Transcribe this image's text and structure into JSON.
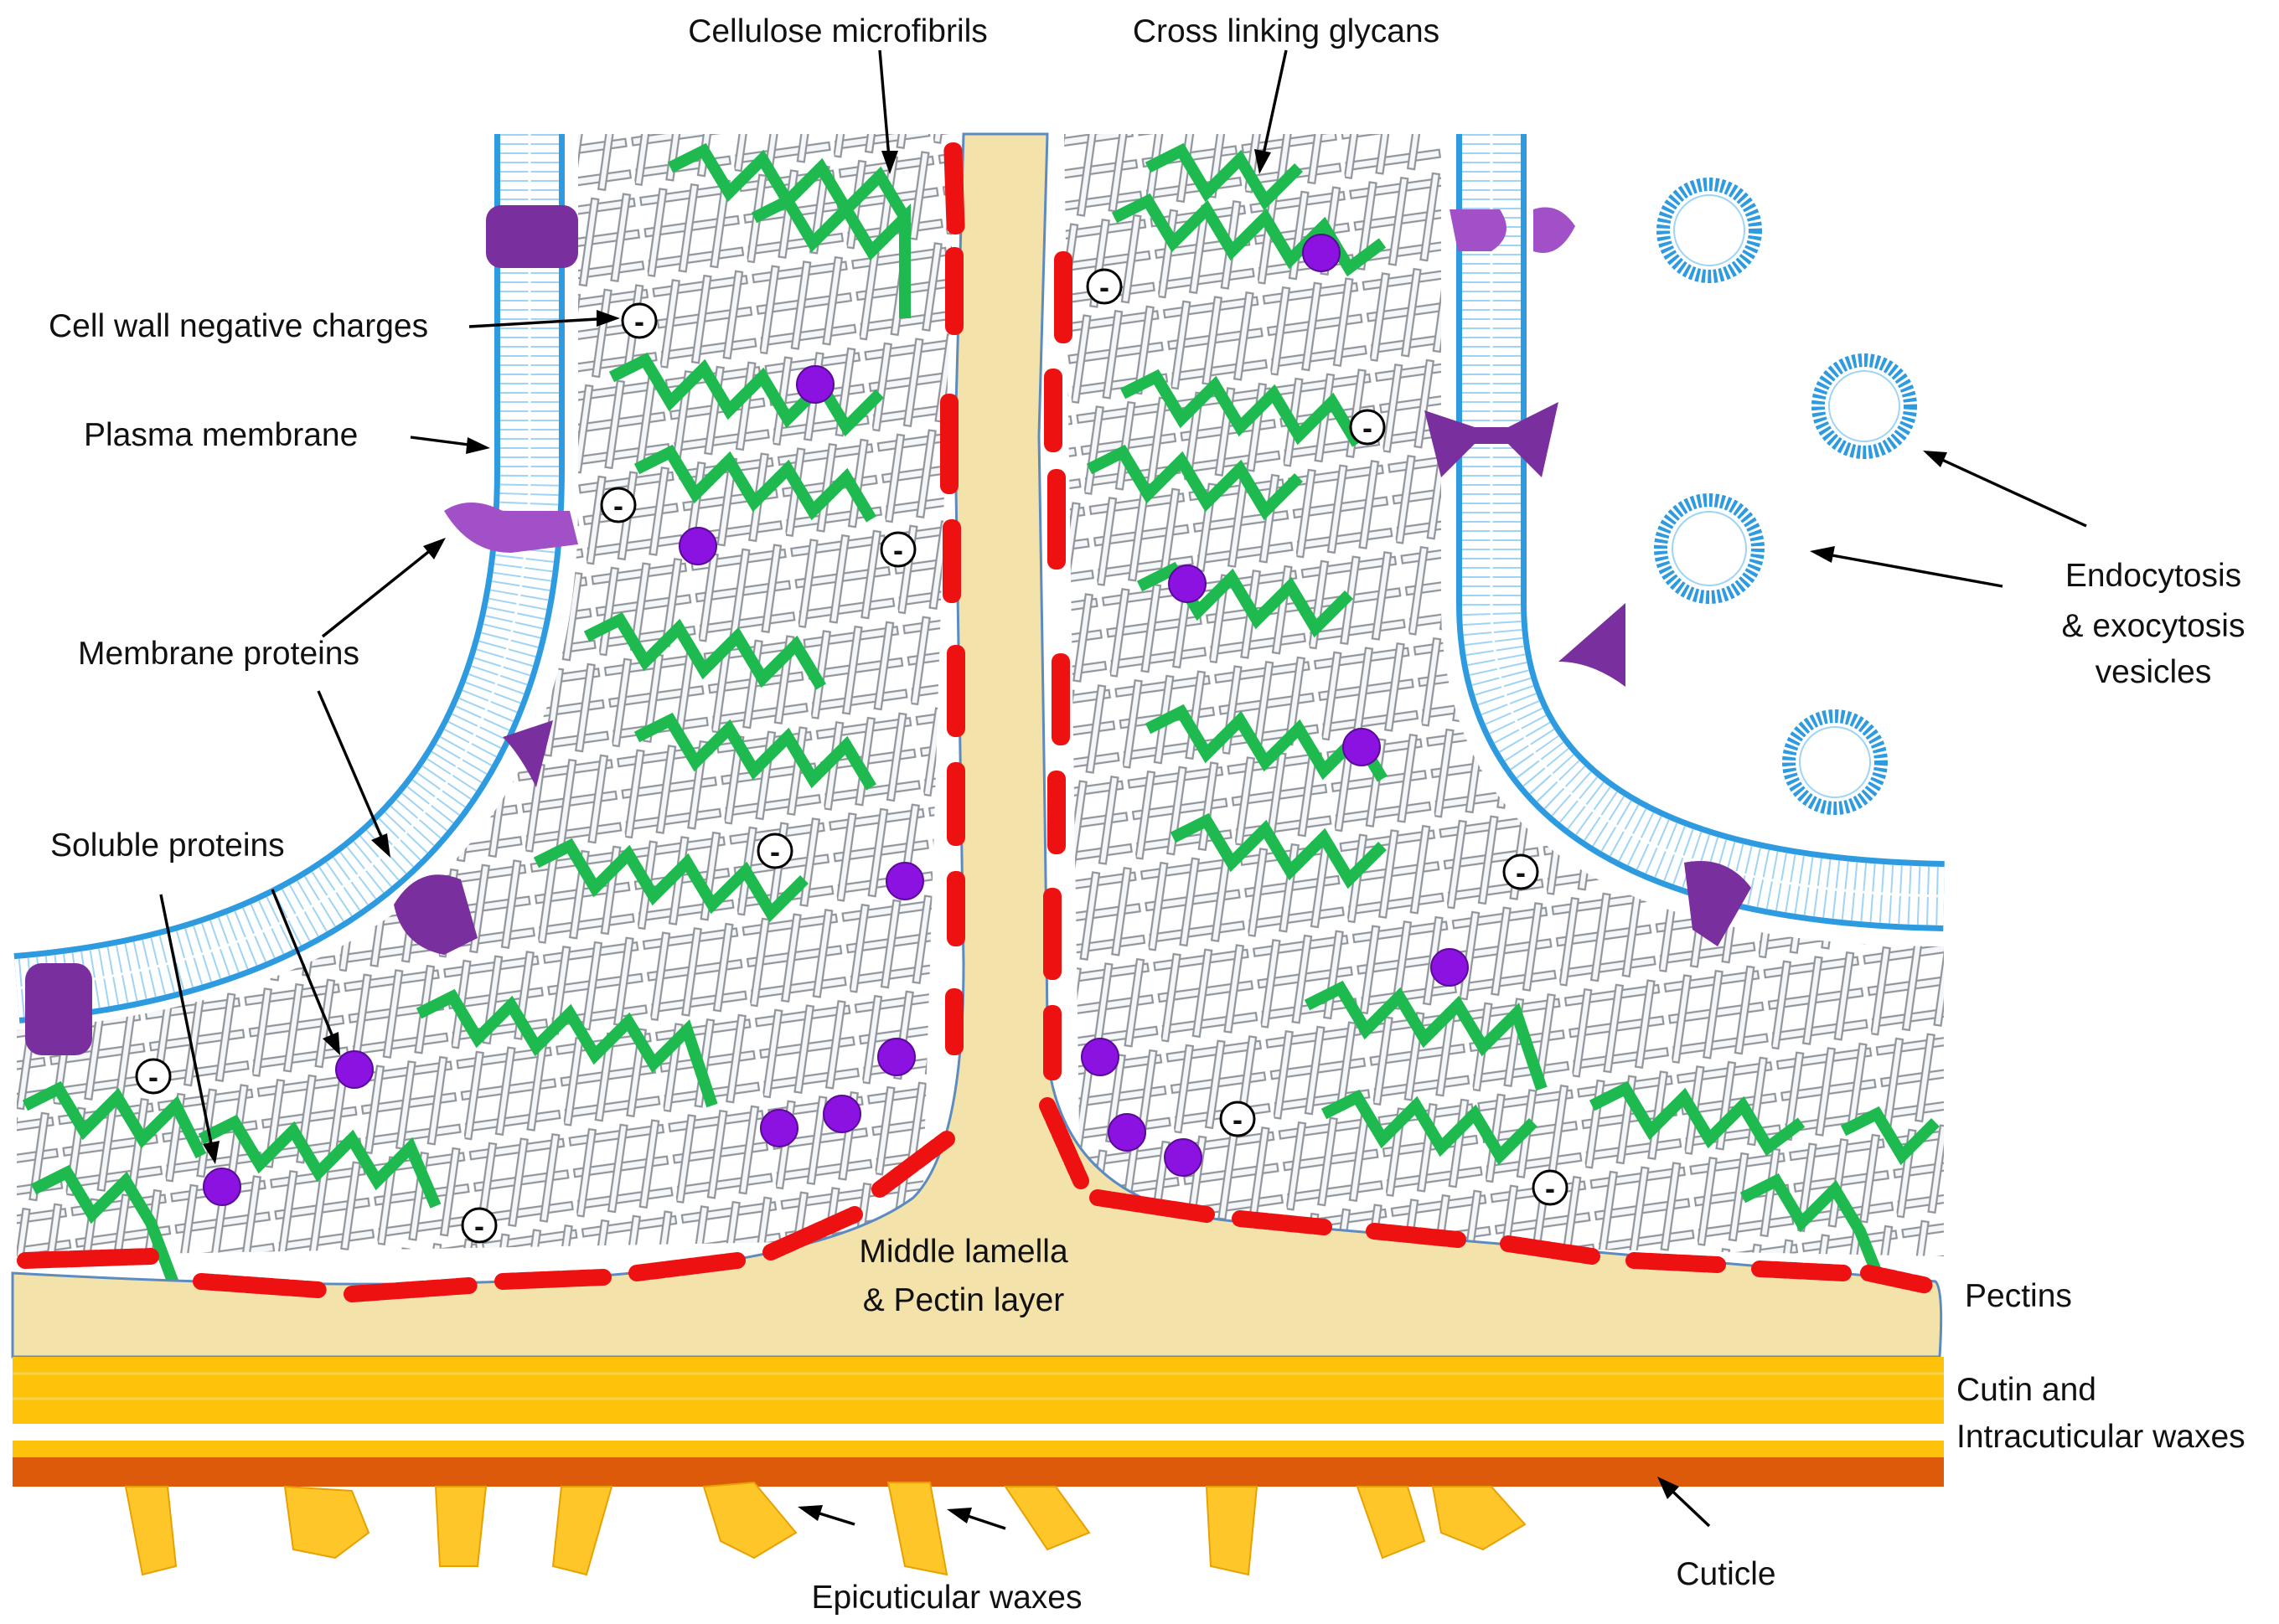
{
  "labels": {
    "cellulose_microfibrils": "Cellulose microfibrils",
    "cross_linking_glycans": "Cross linking glycans",
    "cell_wall_negative_charges": "Cell wall negative charges",
    "plasma_membrane": "Plasma membrane",
    "membrane_proteins": "Membrane proteins",
    "soluble_proteins": "Soluble proteins",
    "endocytosis_line1": "Endocytosis",
    "endocytosis_line2": "& exocytosis",
    "endocytosis_line3": "vesicles",
    "middle_lamella_line1": "Middle lamella",
    "middle_lamella_line2": "& Pectin layer",
    "pectins": "Pectins",
    "cutin_line1": "Cutin and",
    "cutin_line2": "Intracuticular waxes",
    "cuticle": "Cuticle",
    "epicuticular_waxes": "Epicuticular waxes"
  },
  "negative_charge_symbol": "-",
  "colors": {
    "membrane": "#2e9be0",
    "membrane_tail": "#9fd4f5",
    "membrane_protein": "#7a2f9e",
    "membrane_protein_light": "#a150c8",
    "glycan": "#1fba4f",
    "pectin_beads": "#ee1111",
    "soluble_protein": "#8b12e0",
    "middle_lamella": "#f3e2aa",
    "cutin": "#ffc20a",
    "cuticle": "#dc5a0a",
    "epicuticular_wax": "#ffc62a",
    "microfibril": "#8a8f97"
  }
}
